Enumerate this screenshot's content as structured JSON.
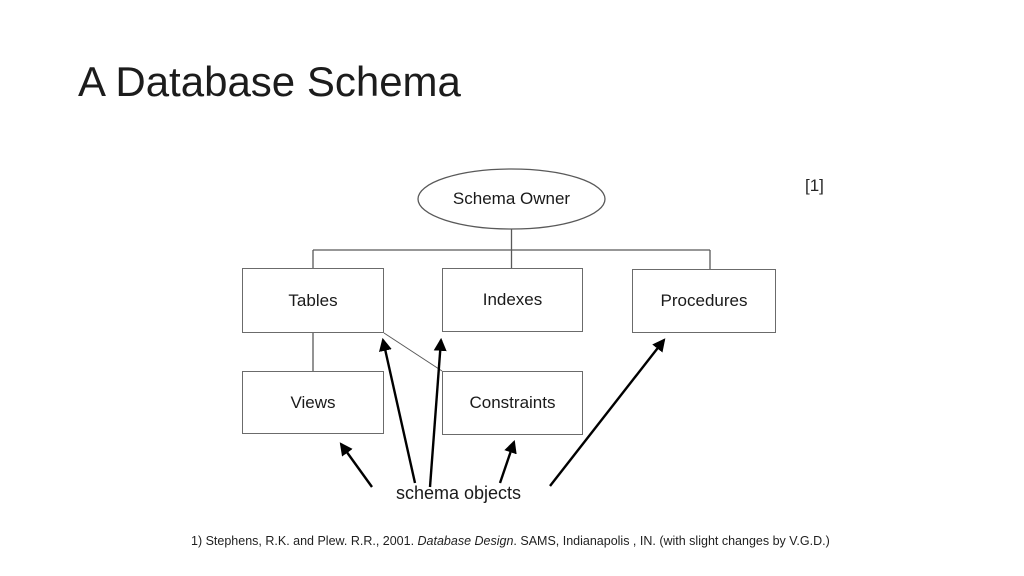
{
  "slide": {
    "title": "A Database Schema",
    "reference_marker": "[1]",
    "diagram": {
      "root_label": "Schema Owner",
      "nodes": [
        {
          "label": "Tables"
        },
        {
          "label": "Indexes"
        },
        {
          "label": "Procedures"
        },
        {
          "label": "Views"
        },
        {
          "label": "Constraints"
        }
      ],
      "edges": [
        {
          "from": "Schema Owner",
          "to": "Tables"
        },
        {
          "from": "Schema Owner",
          "to": "Indexes"
        },
        {
          "from": "Schema Owner",
          "to": "Procedures"
        },
        {
          "from": "Tables",
          "to": "Views"
        },
        {
          "from": "Tables",
          "to": "Constraints"
        }
      ],
      "annotation": "schema objects",
      "annotation_arrow_targets": [
        "Views",
        "Tables",
        "Indexes",
        "Constraints",
        "Procedures"
      ]
    },
    "footnote": {
      "prefix": "1) Stephens, R.K. and Plew. R.R., 2001. ",
      "italic_title": "Database Design",
      "suffix": ". SAMS, Indianapolis , IN. (with slight changes by V.G.D.)"
    },
    "colors": {
      "background": "#ffffff",
      "text": "#1a1a1a",
      "shape_outline": "#6b6b6b",
      "connector_line": "#595959",
      "arrow": "#000000"
    }
  }
}
